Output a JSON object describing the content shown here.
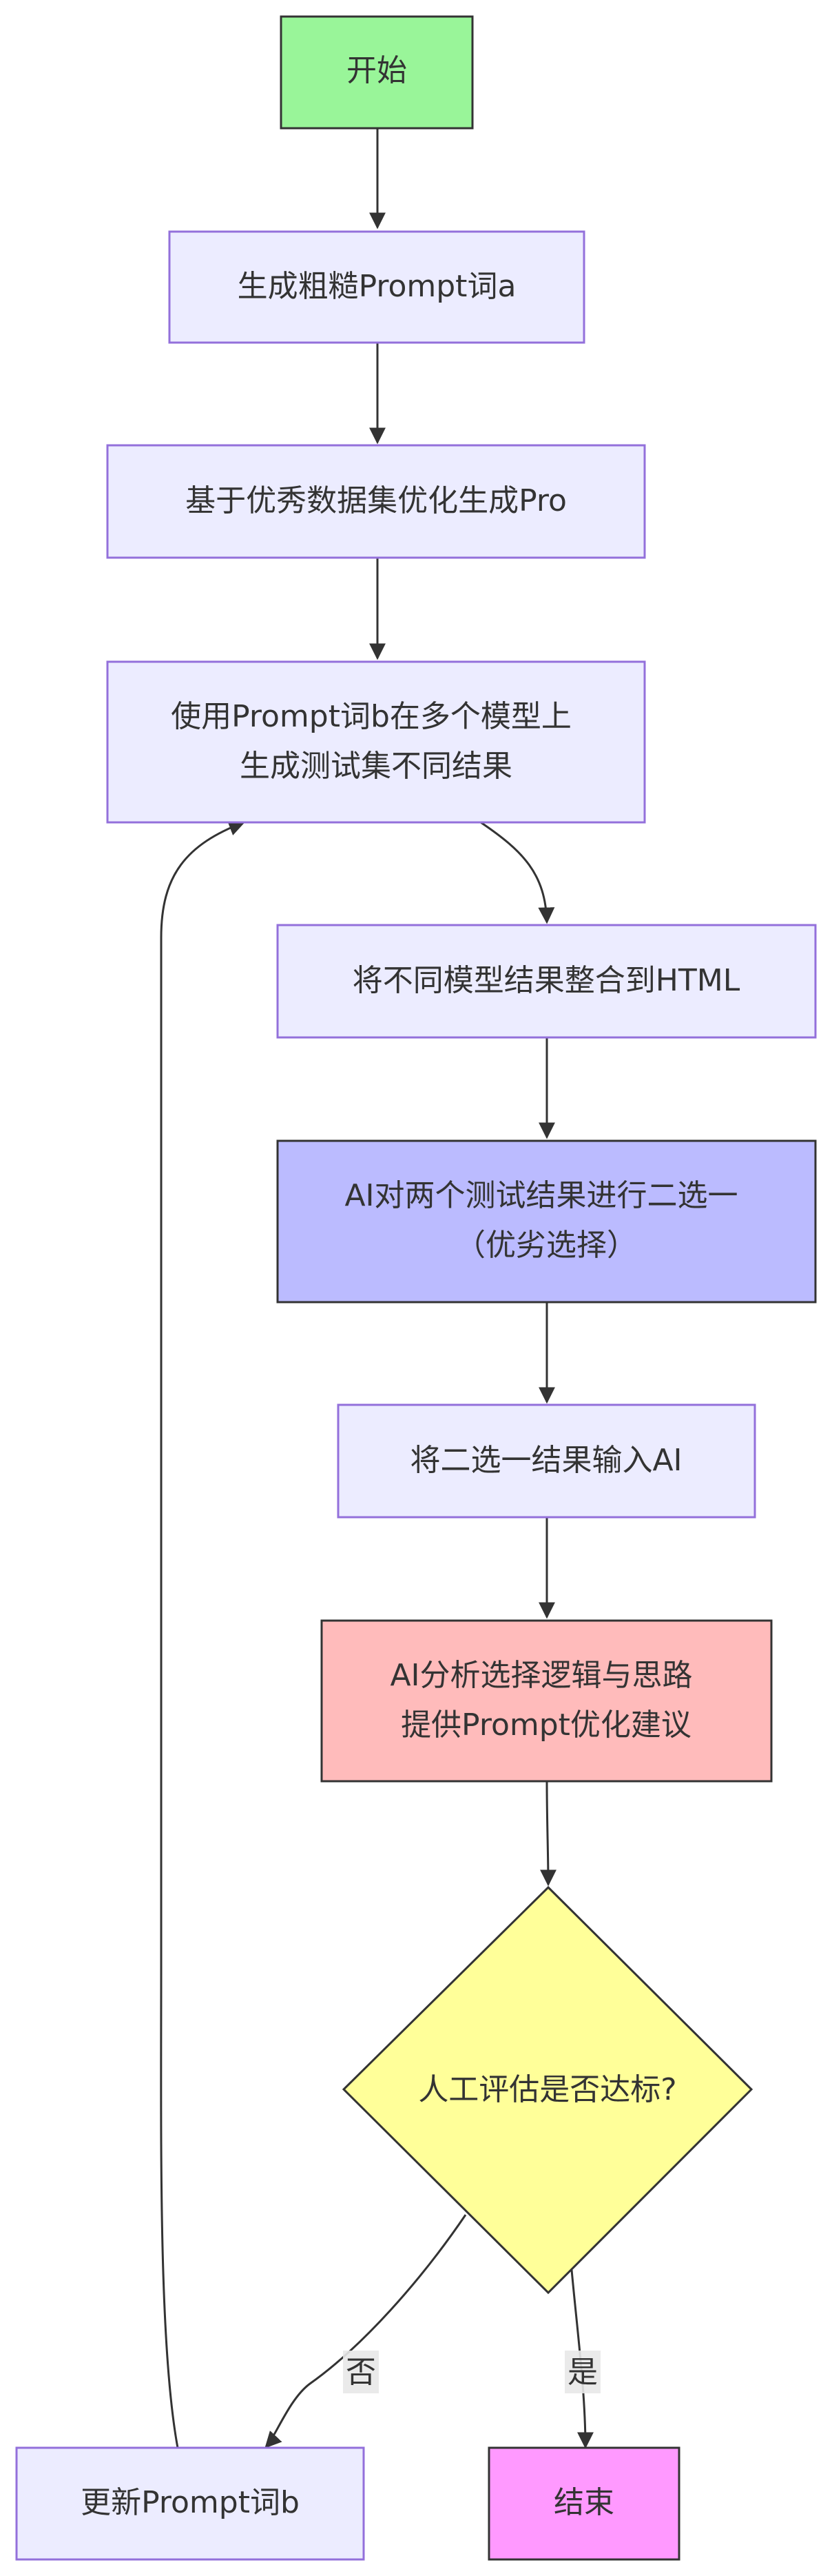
{
  "flowchart": {
    "nodes": {
      "start": {
        "lines": [
          "开始"
        ],
        "fill": "#99f599",
        "stroke": "#333333"
      },
      "rough_prompt": {
        "lines": [
          "生成粗糙Prompt词a"
        ],
        "fill": "#ececff",
        "stroke": "#9370db"
      },
      "optimize": {
        "lines": [
          "基于优秀数据集优化生成Pro"
        ],
        "fill": "#ececff",
        "stroke": "#9370db"
      },
      "multi_model": {
        "lines": [
          "使用Prompt词b在多个模型上",
          "生成测试集不同结果"
        ],
        "fill": "#ececff",
        "stroke": "#9370db"
      },
      "to_html": {
        "lines": [
          "将不同模型结果整合到HTML"
        ],
        "fill": "#ececff",
        "stroke": "#9370db"
      },
      "ai_choose": {
        "lines": [
          "AI对两个测试结果进行二选一",
          "（优劣选择）"
        ],
        "fill": "#bbbbff",
        "stroke": "#333333"
      },
      "input_ai": {
        "lines": [
          "将二选一结果输入AI"
        ],
        "fill": "#ececff",
        "stroke": "#9370db"
      },
      "ai_analyze": {
        "lines": [
          "AI分析选择逻辑与思路",
          "提供Prompt优化建议"
        ],
        "fill": "#ffbbbb",
        "stroke": "#333333"
      },
      "decision": {
        "lines": [
          "人工评估是否达标?"
        ],
        "fill": "#ffff99",
        "stroke": "#333333"
      },
      "update_prompt": {
        "lines": [
          "更新Prompt词b"
        ],
        "fill": "#ececff",
        "stroke": "#9370db"
      },
      "end": {
        "lines": [
          "结束"
        ],
        "fill": "#ff99ff",
        "stroke": "#333333"
      }
    },
    "edge_labels": {
      "no": "否",
      "yes": "是"
    }
  }
}
